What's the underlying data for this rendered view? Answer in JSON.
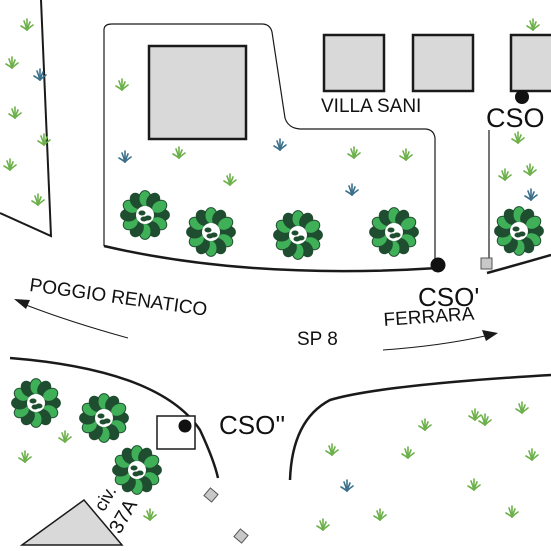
{
  "labels": {
    "villa": "VILLA SANI",
    "cso_north": "CSO",
    "cso_prime": "CSO'",
    "cso_double_prime": "CSO''",
    "road": "SP 8",
    "direction_east": "FERRARA",
    "direction_west": "POGGIO RENATICO",
    "civic_prefix": "civ.",
    "civic_number": "37A"
  },
  "colors": {
    "building": "#d9d9d9",
    "outline": "#1a1a1a",
    "tree_dark": "#1f4d30",
    "tree_light": "#3fb058",
    "grass": "#6cb04a",
    "grass_blue": "#3a6f8a",
    "manhole": "#c8c8c8"
  }
}
